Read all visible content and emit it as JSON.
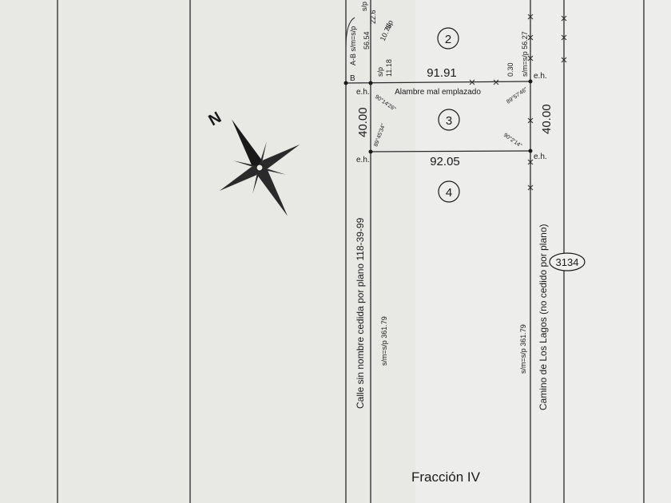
{
  "lots": [
    {
      "number": "2"
    },
    {
      "number": "3"
    },
    {
      "number": "4"
    }
  ],
  "dimensions": {
    "lot2_lot3_line": "91.91",
    "lot3_lot4_line": "92.05",
    "west_side_lot3": "40.00",
    "east_side_lot3": "40.00",
    "west_long_side": "s/m=s/p 361.79",
    "east_long_side": "s/m=s/p 361.79",
    "east_top": "s/m=s/p 56.27",
    "offset": "0.30",
    "sp": "s/p",
    "sp_value": "11.18",
    "ab_label": "A-B s/m=s/p",
    "ab_value": "56.54",
    "top_sp": "s/p",
    "top_value": "22.6",
    "top_sp2": "s/p",
    "top_value2": "10.75"
  },
  "angles": {
    "a1": "90°14'26\"",
    "a2": "89°57'46\"",
    "a3": "89°45'34\"",
    "a4": "90°2'14\""
  },
  "markers": {
    "eh": "e.h.",
    "point_b": "B",
    "fence_note": "Alambre mal emplazado"
  },
  "streets": {
    "west": "Calle sin nombre cedida por plano 118-39-99",
    "east": "Camino de Los Lagos (no cedido por plano)",
    "route_number": "3134"
  },
  "fraction": "Fracción IV",
  "north": "N"
}
